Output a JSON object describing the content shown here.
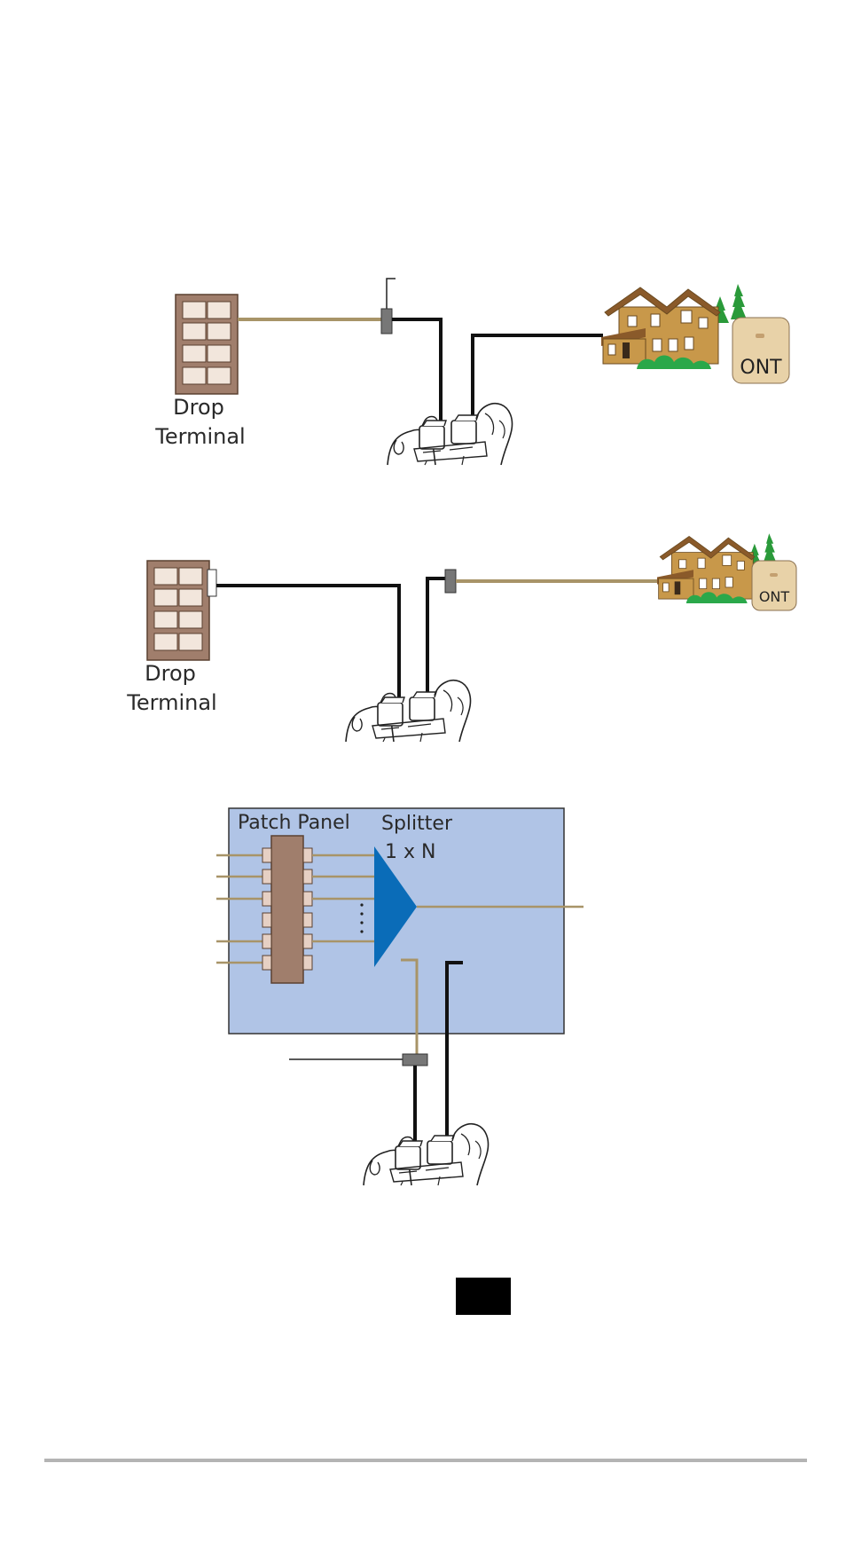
{
  "diagram1": {
    "drop_terminal_line1": "Drop",
    "drop_terminal_line2": "Terminal",
    "ont_label": "ONT"
  },
  "diagram2": {
    "drop_terminal_line1": "Drop",
    "drop_terminal_line2": "Terminal",
    "ont_label": "ONT"
  },
  "diagram3": {
    "patch_panel_label": "Patch Panel",
    "splitter_label_line1": "Splitter",
    "splitter_label_line2": "1 x N"
  },
  "colors": {
    "fiber": "#a89468",
    "cable": "#111111",
    "terminal": "#a07e6c",
    "panel_bg": "#b0c4e6",
    "splitter": "#0a6cb8",
    "house": "#c8984a",
    "ont": "#e8d2a8",
    "tree": "#2a9a3a",
    "footer_rule": "#b4b4b4"
  }
}
